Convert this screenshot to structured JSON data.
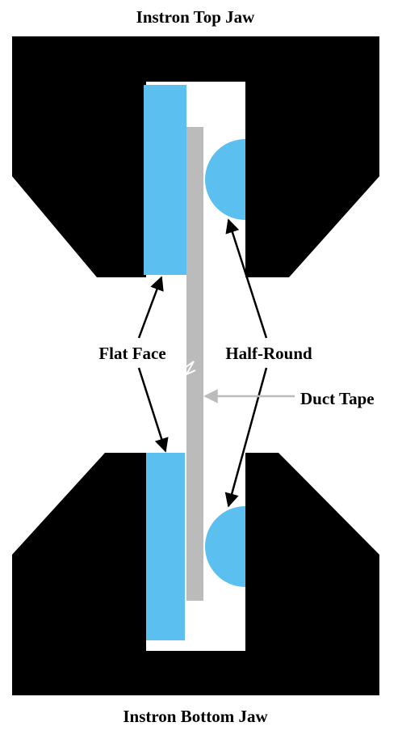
{
  "title_top": "Instron Top Jaw",
  "title_bottom": "Instron Bottom Jaw",
  "labels": {
    "flat_face": "Flat Face",
    "half_round": "Half-Round",
    "duct_tape": "Duct Tape"
  },
  "colors": {
    "jaw": "#000000",
    "face": "#5bc0f0",
    "tape": "#bbbbbb",
    "arrow": "#000000",
    "tape_arrow": "#bbbbbb",
    "background": "#ffffff"
  }
}
